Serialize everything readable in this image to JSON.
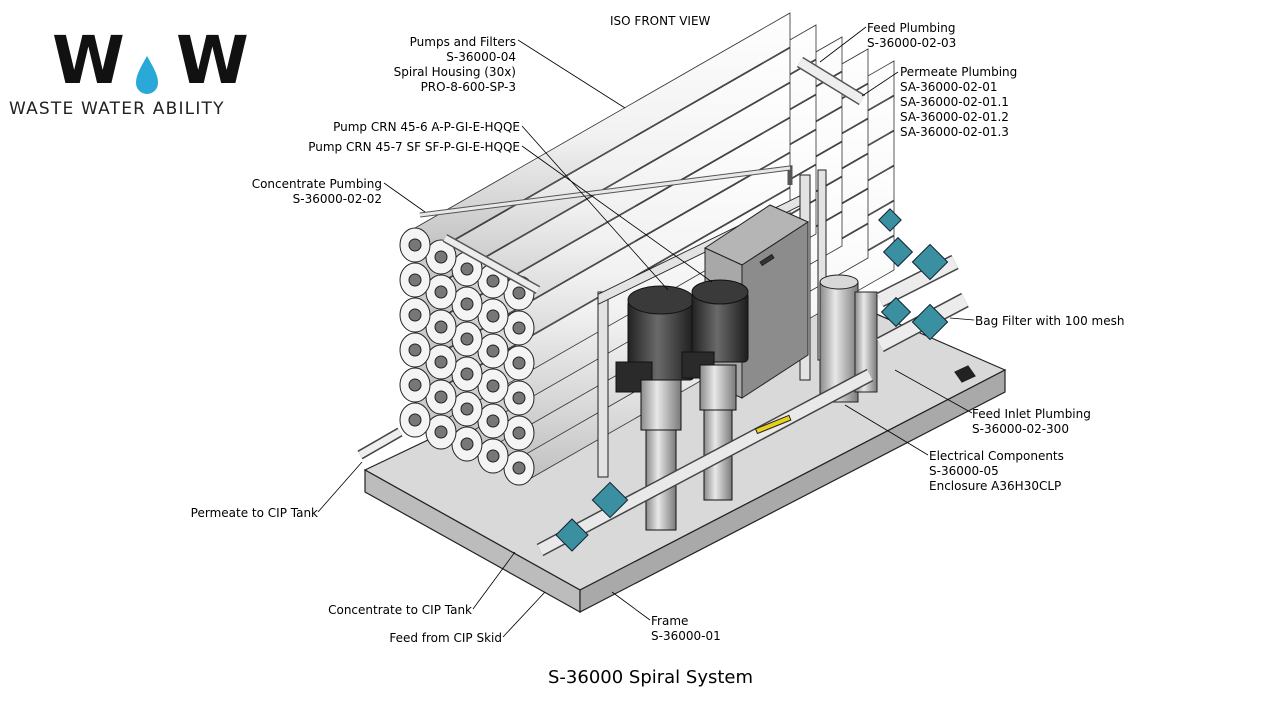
{
  "logo": {
    "mark": "W·W",
    "text": "WASTE WATER ABILITY",
    "accent_color": "#2aa9d8"
  },
  "view_title": "ISO FRONT VIEW",
  "caption": "S-36000 Spiral System",
  "callouts": {
    "pumps_filters": [
      "Pumps and Filters",
      "S-36000-04",
      "Spiral Housing (30x)",
      "PRO-8-600-SP-3"
    ],
    "pump1": [
      "Pump CRN 45-6 A-P-GI-E-HQQE"
    ],
    "pump2": [
      "Pump CRN 45-7 SF SF-P-GI-E-HQQE"
    ],
    "concentrate_plumbing": [
      "Concentrate Pumbing",
      "S-36000-02-02"
    ],
    "permeate_cip": [
      "Permeate to CIP Tank"
    ],
    "concentrate_cip": [
      "Concentrate to CIP Tank"
    ],
    "feed_cip": [
      "Feed from CIP Skid"
    ],
    "frame": [
      "Frame",
      "S-36000-01"
    ],
    "electrical": [
      "Electrical Components",
      "S-36000-05",
      "Enclosure A36H30CLP"
    ],
    "feed_inlet": [
      "Feed Inlet Plumbing",
      "S-36000-02-300"
    ],
    "bag_filter": [
      "Bag Filter with 100 mesh"
    ],
    "feed_plumbing": [
      "Feed Plumbing",
      "S-36000-02-03"
    ],
    "permeate_plumbing": [
      "Permeate Plumbing",
      "SA-36000-02-01",
      "SA-36000-02-01.1",
      "SA-36000-02-01.2",
      "SA-36000-02-01.3"
    ]
  },
  "colors": {
    "valve": "#3a8fa0",
    "pipe": "#e6e6e6",
    "frame": "#cfcfcf",
    "motor": "#3a3a3a"
  }
}
